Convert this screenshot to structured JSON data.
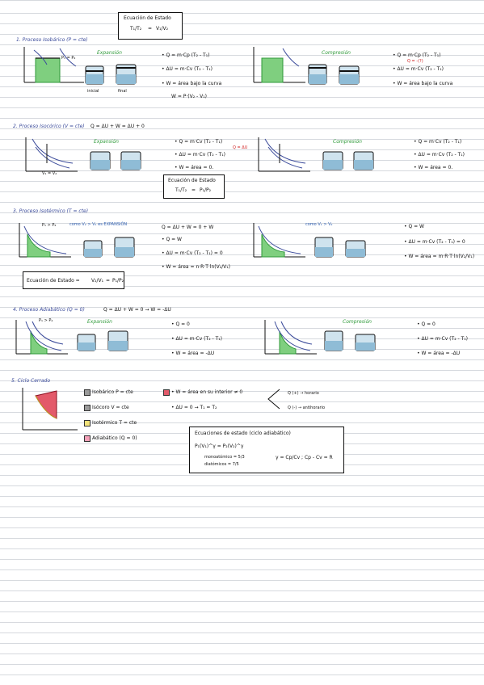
{
  "title_box": {
    "title": "Ecuación de Estado",
    "formula_left": "T₁/T₂",
    "formula_right": "V₁/V₂"
  },
  "sections": {
    "isobaric": {
      "header": "1. Proceso Isobárico (P = cte)",
      "graph_label": "P₁ = P₂",
      "expansion_title": "Expansión",
      "compression_title": "Compresión",
      "init_label": "inicial",
      "final_label": "final",
      "exp_lines": [
        "• Q = m·Cp (T₂ - T₁)",
        "• ΔU = m·Cv (T₂ - T₁)",
        "• W = área bajo la curva",
        "W = P·(V₂ - V₁)"
      ],
      "comp_lines": [
        "• Q = m·Cp (T₂ - T₁)",
        "• ΔU = m·Cv (T₂ - T₁)",
        "• W = área bajo la curva"
      ],
      "comp_note": "Q = -(?)"
    },
    "isochoric": {
      "header": "2. Proceso Isocórico (V = cte)",
      "header_eq": "Q = ΔU + W = ΔU + 0",
      "expansion_title": "Expansión",
      "compression_title": "Compresión",
      "axis_label": "V₁ = V₂",
      "exp_lines": [
        "• Q = m·Cv (T₂ - T₁)",
        "• ΔU = m·Cv (T₂ - T₁)",
        "• W = área = 0."
      ],
      "comp_lines": [
        "• Q = m·Cv (T₂ - T₁)",
        "• ΔU = m·Cv (T₂ - T₁)",
        "• W = área = 0."
      ],
      "note": "Q = ΔU",
      "eq_box_title": "Ecuación de Estado",
      "eq_box_formula_left": "T₁/T₂",
      "eq_box_formula_right": "P₁/P₂"
    },
    "isothermal": {
      "header": "3. Proceso Isotérmico (T = cte)",
      "expansion_title": "como V₂ > V₁ es EXPANSIÓN",
      "comp_title": "como V₁ > V₂",
      "graph_label": "P₁ > P₂",
      "energy_eq": "Q = ΔU + W = 0 + W",
      "exp_lines": [
        "• Q = W",
        "• ΔU = m·Cv (T₂ - T₁) = 0",
        "• W = área = n·R·T·ln(V₂/V₁)"
      ],
      "comp_lines": [
        "• Q = W",
        "• ΔU = m·Cv (T₂ - T₁) = 0",
        "• W = área = m·R·T·ln(V₂/V₁)"
      ],
      "eq_label": "Ecuación de Estado =",
      "eq_left": "V₂/V₁",
      "eq_right": "P₁/P₂"
    },
    "adiabatic": {
      "header": "4. Proceso Adiabático (Q = 0)",
      "header_eq": "Q = ΔU + W = 0 → W = -ΔU",
      "expansion_title": "Expansión",
      "compression_title": "Compresión",
      "graph_label": "P₁ > P₂",
      "exp_lines": [
        "• Q = 0",
        "• ΔU = m·Cv (T₂ - T₁)",
        "• W = área = -ΔU"
      ],
      "comp_lines": [
        "• Q = 0",
        "• ΔU = m·Cv (T₂ - T₁)",
        "• W = área = -ΔU"
      ]
    },
    "cycle": {
      "header": "5. Ciclo Cerrado",
      "legend": [
        {
          "label": "Isobárico P = cte",
          "color": "#9a9a9a"
        },
        {
          "label": "Isócoro V = cte",
          "color": "#9a9a9a"
        },
        {
          "label": "Isotérmico T = cte",
          "color": "#f2e27a"
        },
        {
          "label": "Adiabático (Q = 0)",
          "color": "#f4a0b8"
        }
      ],
      "w_line": "• W = área en su interior ≠ 0",
      "du_line": "• ΔU = 0 → T₁ = T₂",
      "horario_label": "Q (+) → horario",
      "antihorario_label": "Q (-) → antihorario",
      "eq_title": "Ecuaciones de estado (ciclo adiabático)",
      "eq_main": "P₁(V₁)^γ = P₂(V₂)^γ",
      "eq_gamma": "γ = Cp/Cv ; Cp - Cv = R",
      "eq_mono": "monoatómico = 5/3",
      "eq_diat": "diatómicos = 7/5"
    }
  }
}
